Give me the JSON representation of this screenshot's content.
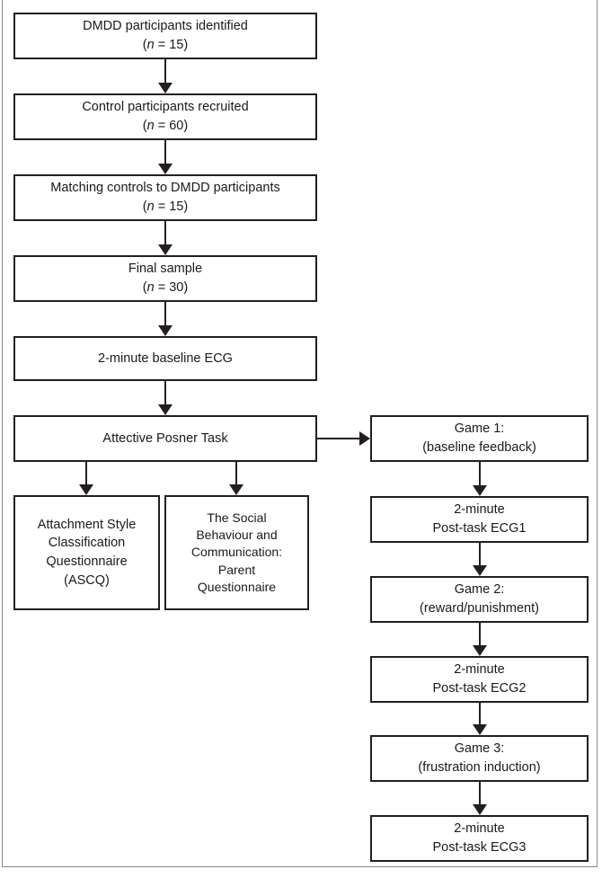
{
  "diagram": {
    "type": "flowchart",
    "title": "Study procedure flowchart",
    "colors": {
      "background": "#ffffff",
      "box_border": "#231f20",
      "connector": "#231f20",
      "text": "#1a1a1a",
      "page_frame": "#8a8a8a"
    },
    "main_column": [
      {
        "id": "dmdd-identified",
        "line1": "DMDD participants identified",
        "n_prefix": "(",
        "n_symbol": "n",
        "n_value": " = 15)"
      },
      {
        "id": "control-recruited",
        "line1": "Control participants recruited",
        "n_prefix": "(",
        "n_symbol": "n",
        "n_value": " = 60)"
      },
      {
        "id": "matching-controls",
        "line1": "Matching controls to DMDD participants",
        "n_prefix": "(",
        "n_symbol": "n",
        "n_value": " = 15)"
      },
      {
        "id": "final-sample",
        "line1": "Final sample",
        "n_prefix": "(",
        "n_symbol": "n",
        "n_value": " = 30)"
      },
      {
        "id": "baseline-ecg",
        "line1": "2-minute baseline ECG",
        "n_prefix": "",
        "n_symbol": "",
        "n_value": ""
      },
      {
        "id": "posner-task",
        "line1": "Attective Posner Task",
        "n_prefix": "",
        "n_symbol": "",
        "n_value": ""
      }
    ],
    "questionnaires": [
      {
        "id": "ascq",
        "lines": [
          "Attachment Style",
          "Classification",
          "Questionnaire",
          "(ASCQ)"
        ]
      },
      {
        "id": "sbc-parent",
        "lines": [
          "The Social",
          "Behaviour and",
          "Communication:",
          "Parent",
          "Questionnaire"
        ]
      }
    ],
    "right_column": [
      {
        "id": "game-1",
        "lines": [
          "Game 1:",
          "(baseline feedback)"
        ]
      },
      {
        "id": "post-task-ecg1",
        "lines": [
          "2-minute",
          "Post-task ECG1"
        ]
      },
      {
        "id": "game-2",
        "lines": [
          "Game 2:",
          "(reward/punishment)"
        ]
      },
      {
        "id": "post-task-ecg2",
        "lines": [
          "2-minute",
          "Post-task ECG2"
        ]
      },
      {
        "id": "game-3",
        "lines": [
          "Game 3:",
          "(frustration induction)"
        ]
      },
      {
        "id": "post-task-ecg3",
        "lines": [
          "2-minute",
          "Post-task ECG3"
        ]
      }
    ]
  }
}
